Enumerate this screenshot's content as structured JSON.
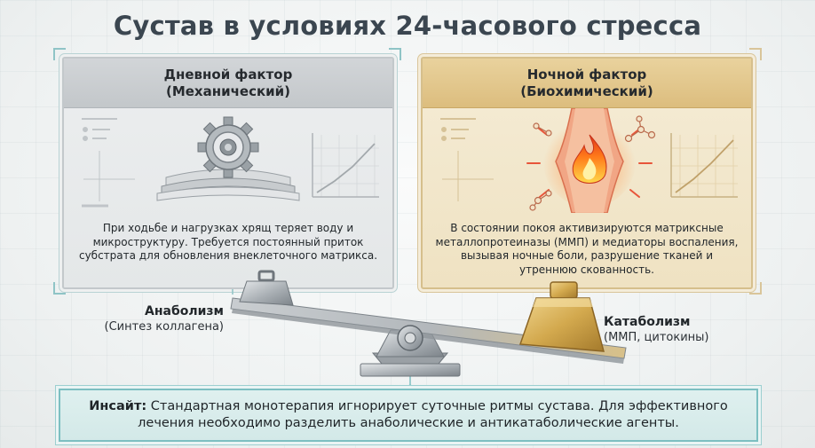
{
  "title": "Сустав в условиях 24-часового стресса",
  "day_panel": {
    "title_line1": "Дневной фактор",
    "title_line2": "(Механический)",
    "text": "При ходьбе и нагрузках хрящ теряет воду и микроструктуру. Требуется постоянный приток субстрата для обновления внеклеточного матрикса."
  },
  "night_panel": {
    "title_line1": "Ночной фактор",
    "title_line2": "(Биохимический)",
    "text": "В состоянии покоя активизируются матриксные металлопротеиназы (ММП) и медиаторы воспаления, вызывая ночные боли, разрушение тканей и утреннюю скованность."
  },
  "balance": {
    "left_title": "Анаболизм",
    "left_sub": "(Синтез коллагена)",
    "right_title": "Катаболизм",
    "right_sub": "(ММП, цитокины)"
  },
  "insight": {
    "label": "Инсайт:",
    "text": "Стандартная монотерапия игнорирует суточные ритмы сустава. Для эффективного лечения необходимо разделить анаболические и антикатаболические агенты."
  },
  "colors": {
    "accent_teal": "#7cbfc1",
    "day_header": "#c3c7ca",
    "night_header": "#dcbd7e",
    "title_text": "#3b4650"
  },
  "icons": [
    "gear-icon",
    "cartilage-icon",
    "flame-icon",
    "molecule-icon",
    "chart-icon",
    "seesaw-icon"
  ]
}
